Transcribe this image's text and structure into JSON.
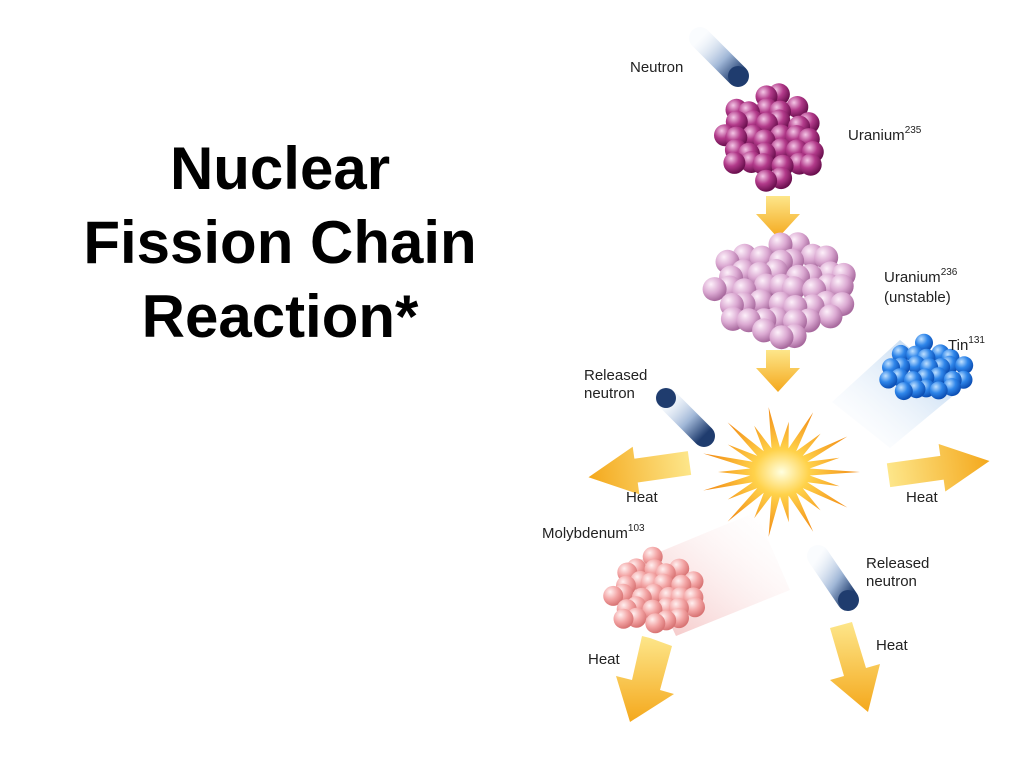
{
  "title": {
    "line1": "Nuclear",
    "line2": "Fission Chain",
    "line3": "Reaction*"
  },
  "labels": {
    "neutron": "Neutron",
    "uranium235_name": "Uranium",
    "uranium235_mass": "235",
    "uranium236_name": "Uranium",
    "uranium236_mass": "236",
    "uranium236_state": "(unstable)",
    "tin_name": "Tin",
    "tin_mass": "131",
    "released_neutron_left_1": "Released",
    "released_neutron_left_2": "neutron",
    "released_neutron_right_1": "Released",
    "released_neutron_right_2": "neutron",
    "molybdenum_name": "Molybdenum",
    "molybdenum_mass": "103",
    "heat_left": "Heat",
    "heat_right": "Heat",
    "heat_bottom_left": "Heat",
    "heat_bottom_right": "Heat"
  },
  "colors": {
    "uranium235": "#8e1f6a",
    "uranium236": "#d49ec8",
    "tin": "#1e72e0",
    "molybdenum": "#f3a0a0",
    "neutron": "#2a4a7a",
    "arrow": "#f6b92a",
    "burst": "#f5a020"
  }
}
